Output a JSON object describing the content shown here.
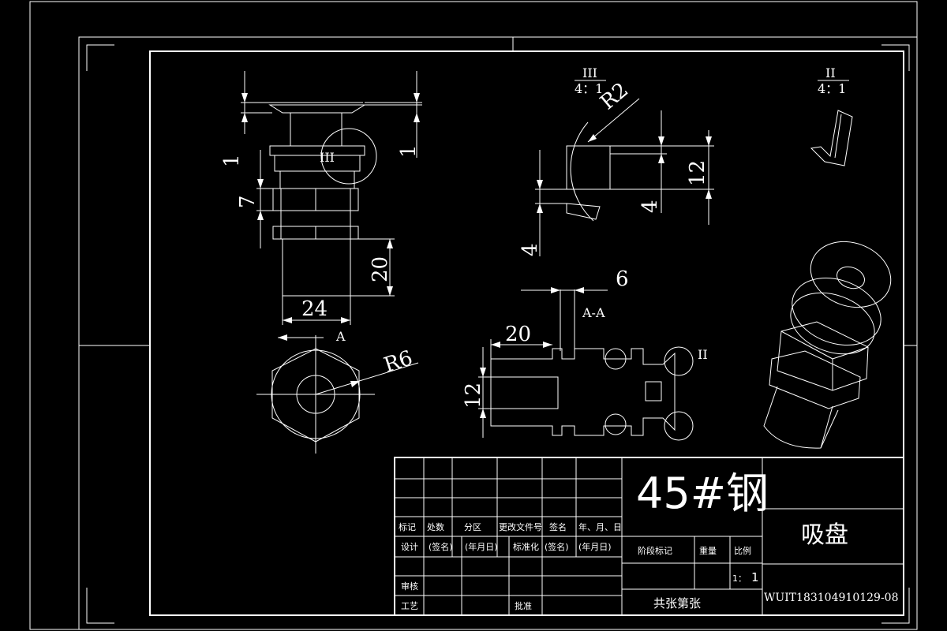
{
  "views": {
    "front": {
      "dims": {
        "top_clearance": "1",
        "flange_gap": "1",
        "hex_height": "7",
        "shank_length": "20",
        "shank_width": "24"
      },
      "detail_label": "III",
      "section_label": "A"
    },
    "end_view": {
      "radius": "R6"
    },
    "detail_iii": {
      "label": "III",
      "scale": "4：1",
      "radius": "R2",
      "dim_12": "12",
      "dim_4a": "4",
      "dim_4b": "4"
    },
    "detail_ii": {
      "label": "II",
      "scale": "4：1"
    },
    "section": {
      "label": "A-A",
      "dim_6": "6",
      "dim_20": "20",
      "dim_12": "12",
      "detail_label": "II"
    }
  },
  "title_block": {
    "material": "45#钢",
    "part_name": "吸盘",
    "drawing_no": "WUIT183104910129-08",
    "row_labels": [
      "标记",
      "处数",
      "分区",
      "更改文件号",
      "签名",
      "年、月、日"
    ],
    "design": "设计",
    "design_sign": "(签名)",
    "design_date": "(年月日)",
    "standardize": "标准化",
    "std_sign": "(签名)",
    "std_date": "(年月日)",
    "review": "审核",
    "process": "工艺",
    "approve": "批准",
    "stage_mark": "阶段标记",
    "weight": "重量",
    "scale_label": "比例",
    "scale_prefix": "1：",
    "scale_value": "1",
    "sheets": "共张第张"
  }
}
